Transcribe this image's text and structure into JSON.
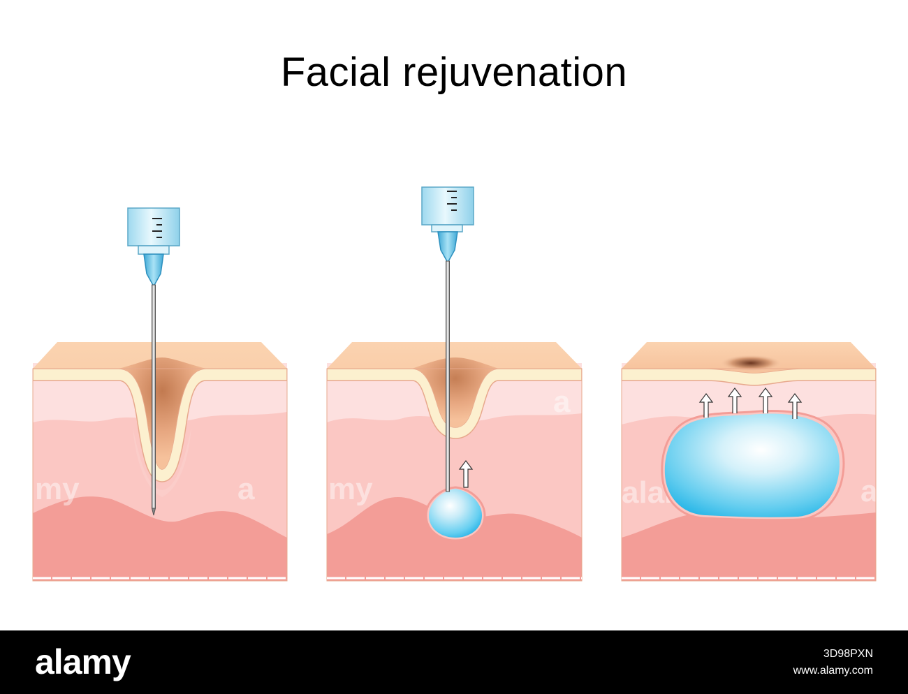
{
  "title": "Facial rejuvenation",
  "panels": [
    {
      "name": "needle-inserted-into-wrinkle"
    },
    {
      "name": "filler-injected-below-wrinkle"
    },
    {
      "name": "filler-lifts-skin-surface"
    }
  ],
  "colors": {
    "skin_top": "#f8c9a4",
    "epidermis_band": "#fcf0cf",
    "dermis_light": "#fde0df",
    "dermis_mid": "#fbc7c3",
    "subcutis": "#f39d97",
    "filler": "#5cc8ef",
    "syringe": "#bfe8f6",
    "needle_hub": "#6fc2e3"
  },
  "watermark": {
    "brand": "alamy",
    "image_id": "3D98PXN",
    "url": "www.alamy.com"
  }
}
